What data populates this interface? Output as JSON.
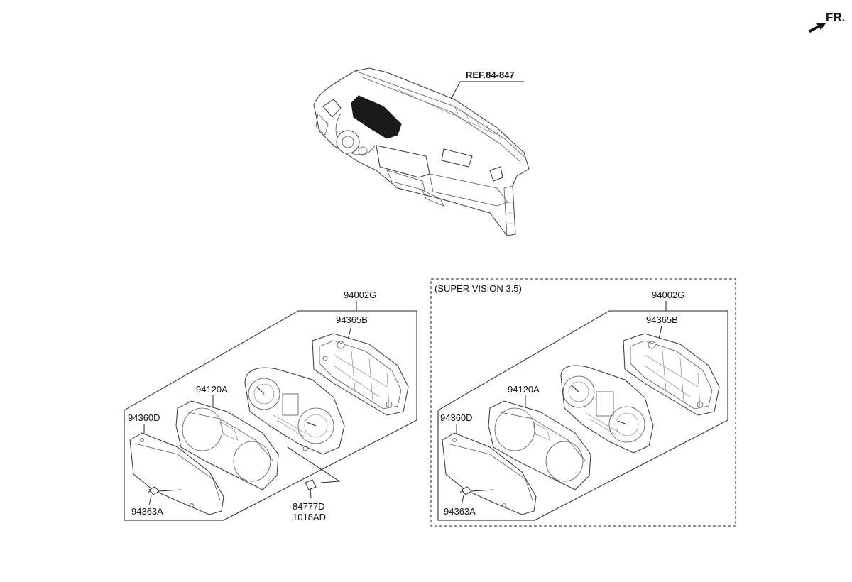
{
  "direction": {
    "label": "FR.",
    "icon": "arrow-forward-icon"
  },
  "reference": {
    "label": "REF.84-847"
  },
  "left_group": {
    "labels": {
      "assembly": "94002G",
      "case": "94365B",
      "window_plate": "94120A",
      "lens": "94360D",
      "clip": "94363A",
      "screw_1": "84777D",
      "screw_2": "1018AD"
    }
  },
  "right_group": {
    "variant": "(SUPER VISION 3.5)",
    "labels": {
      "assembly": "94002G",
      "case": "94365B",
      "window_plate": "94120A",
      "lens": "94360D",
      "clip": "94363A"
    }
  }
}
